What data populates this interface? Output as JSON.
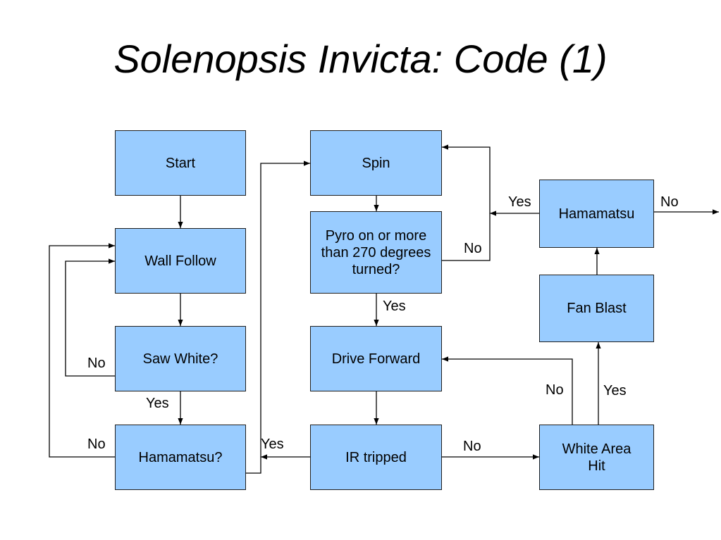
{
  "title": "Solenopsis Invicta: Code (1)",
  "nodes": {
    "start": "Start",
    "wall_follow": "Wall Follow",
    "saw_white": "Saw White?",
    "hamamatsu_q": "Hamamatsu?",
    "spin": "Spin",
    "pyro": "Pyro on or more than 270 degrees turned?",
    "drive_forward": "Drive Forward",
    "ir_tripped": "IR tripped",
    "white_area_hit": "White Area Hit",
    "fan_blast": "Fan Blast",
    "hamamatsu": "Hamamatsu"
  },
  "edge_labels": {
    "saw_white_no": "No",
    "saw_white_yes": "Yes",
    "hamamatsu_q_no": "No",
    "hamamatsu_q_yes": "Yes",
    "pyro_no": "No",
    "pyro_yes": "Yes",
    "ir_no": "No",
    "white_no": "No",
    "white_yes": "Yes",
    "hamamatsu_yes": "Yes",
    "hamamatsu_no": "No"
  },
  "colors": {
    "box_fill": "#99ccff",
    "box_border": "#1f1f1f",
    "line": "#000000"
  }
}
